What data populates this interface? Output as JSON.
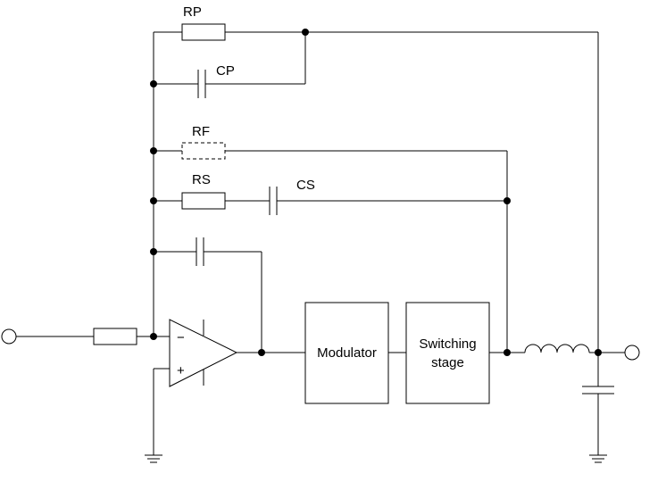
{
  "components": {
    "rp_label": "RP",
    "cp_label": "CP",
    "rf_label": "RF",
    "rs_label": "RS",
    "cs_label": "CS"
  },
  "blocks": {
    "modulator_label": "Modulator",
    "switching_line1": "Switching",
    "switching_line2": "stage"
  },
  "opamp": {
    "minus_sign": "−",
    "plus_sign": "+"
  }
}
